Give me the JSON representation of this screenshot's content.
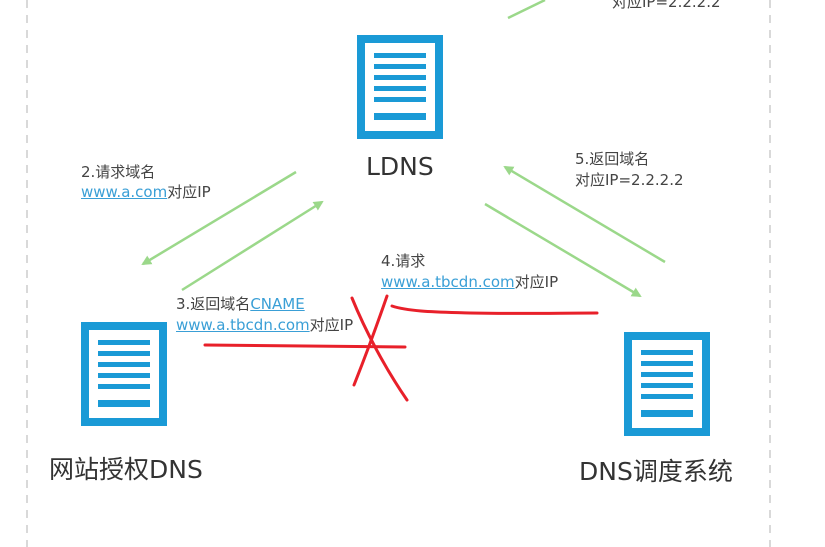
{
  "nodes": {
    "ldns": "LDNS",
    "auth_dns": "网站授权DNS",
    "scheduler": "DNS调度系统"
  },
  "labels": {
    "top_fragment": "对应IP=2.2.2.2",
    "step2_title": "2.请求域名",
    "step2_domain": "www.a.com",
    "step2_suffix": "对应IP",
    "step3_title": "3.返回域名",
    "step3_cname": "CNAME",
    "step3_domain": "www.a.tbcdn.com",
    "step3_suffix": "对应IP",
    "step4_title": "4.请求",
    "step4_domain": "www.a.tbcdn.com",
    "step4_suffix": "对应IP",
    "step5_title": "5.返回域名",
    "step5_value": "对应IP=2.2.2.2"
  },
  "colors": {
    "server": "#1a9ad6",
    "arrow": "#9bd88a",
    "annotation": "#e8202a",
    "link": "#3a9fd6",
    "frame": "#d9d9d9"
  }
}
